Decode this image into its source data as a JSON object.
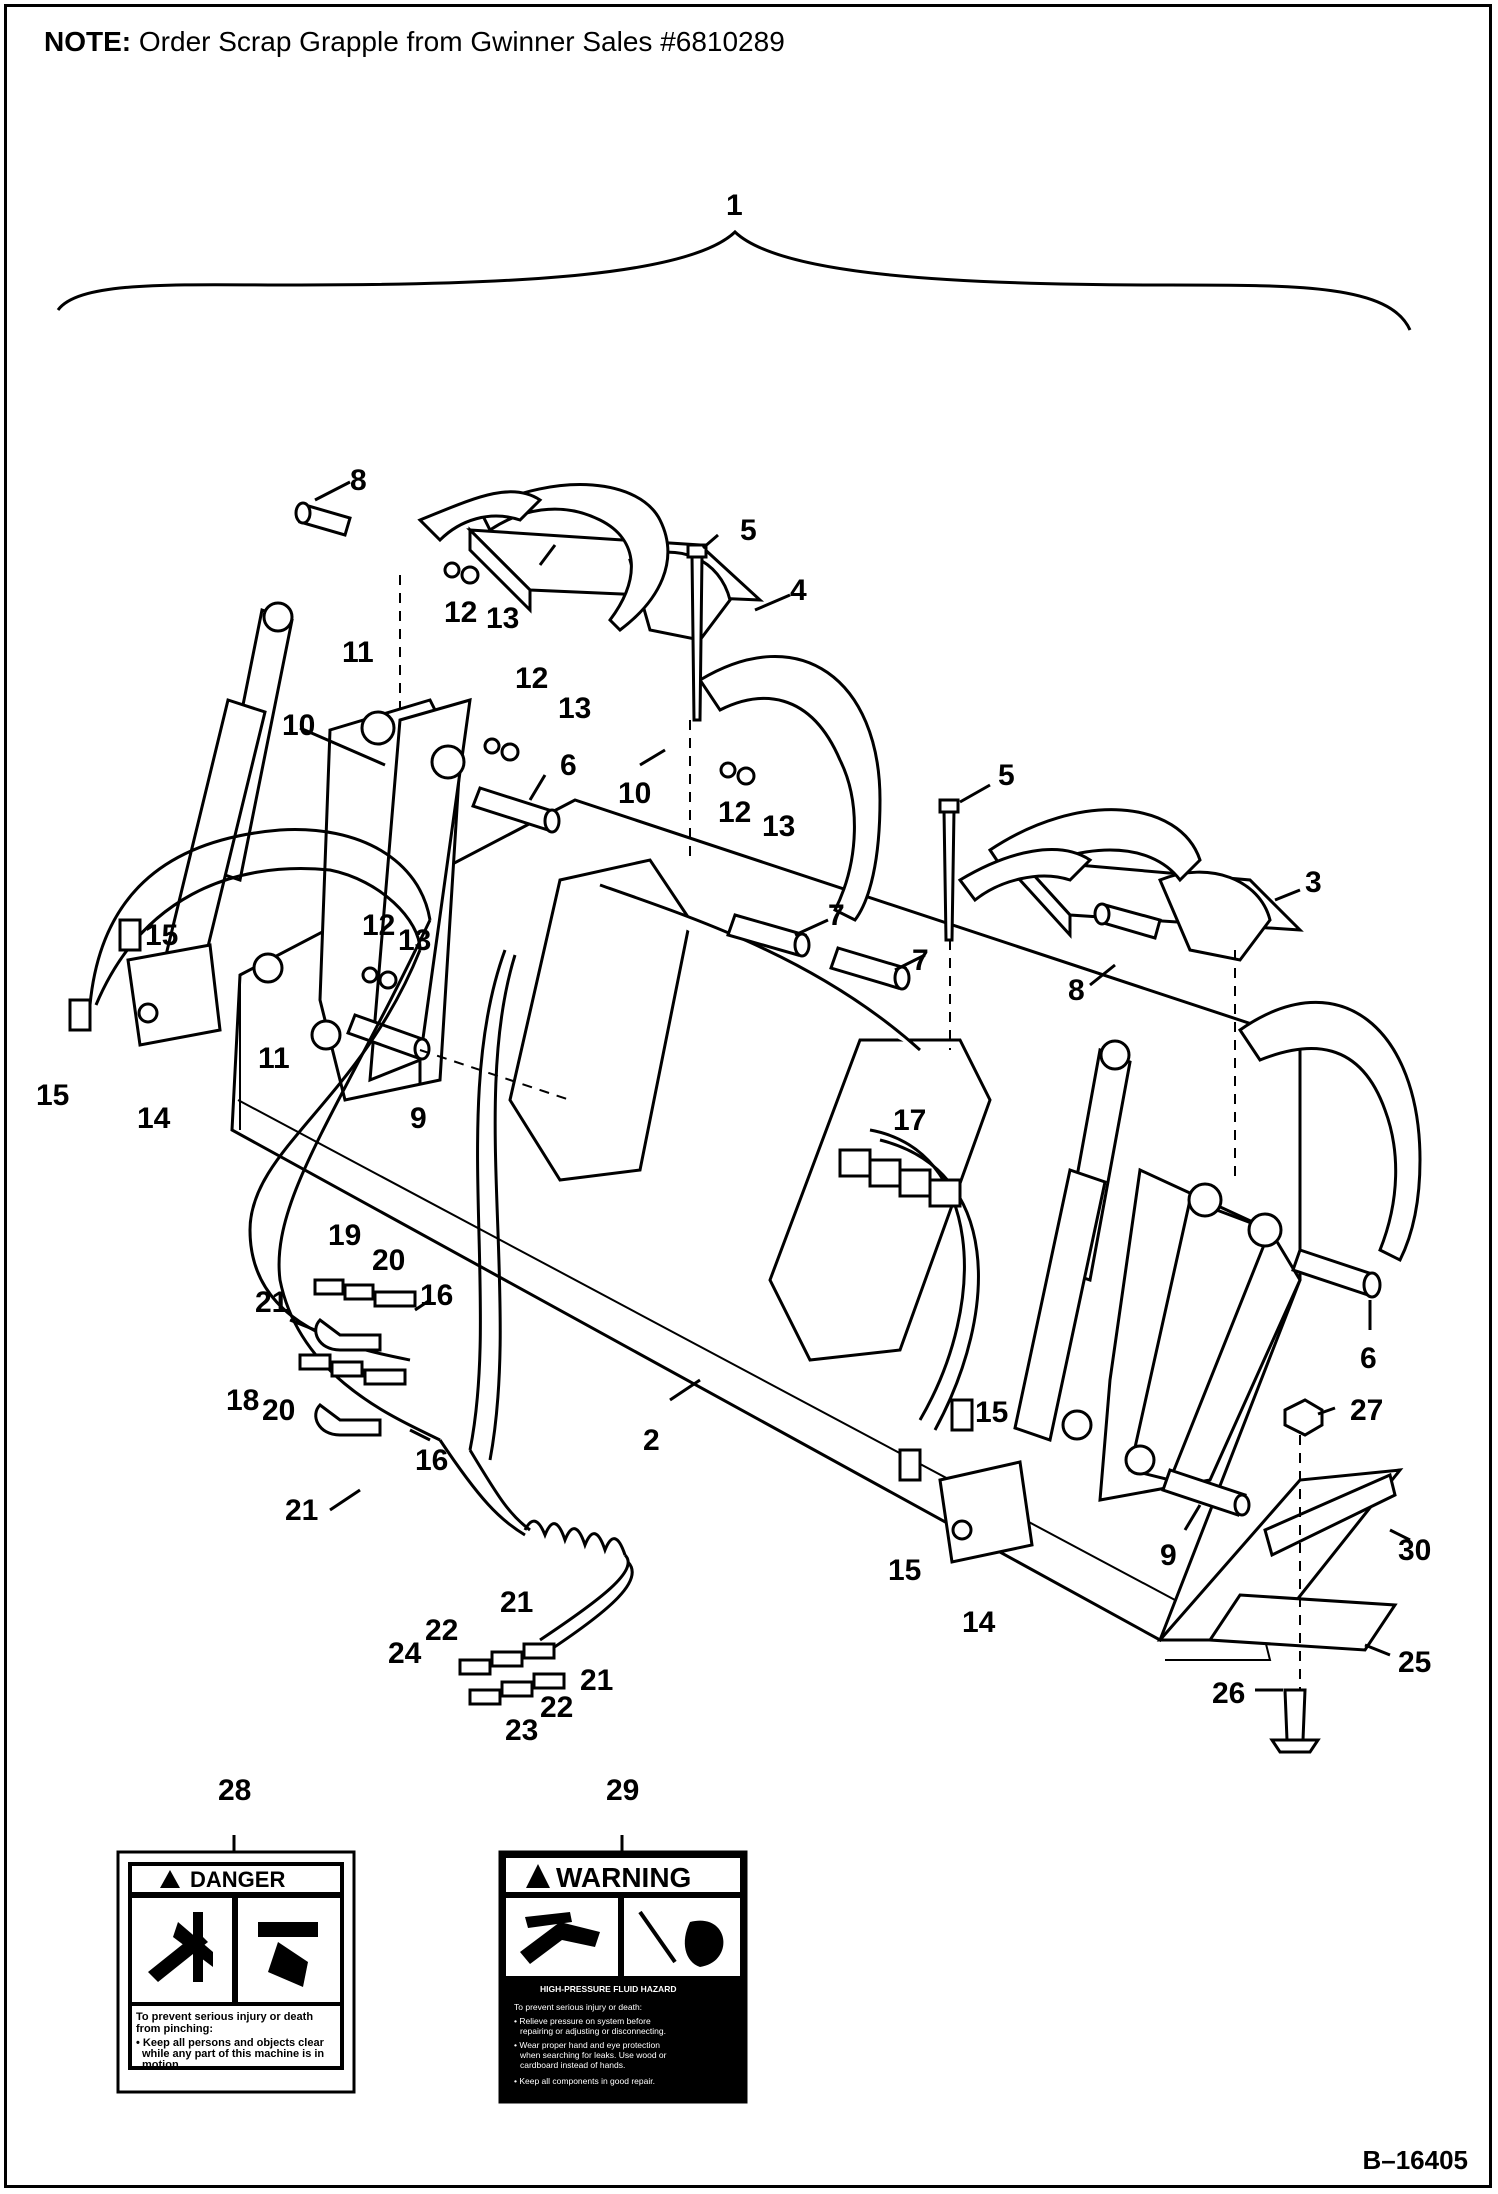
{
  "note": {
    "label": "NOTE:",
    "text": "Order Scrap Grapple from Gwinner Sales #6810289"
  },
  "figure_ref": "B–16405",
  "callouts": {
    "c1": "1",
    "c2": "2",
    "c3": "3",
    "c4": "4",
    "c5": "5",
    "c6": "6",
    "c7": "7",
    "c8": "8",
    "c9": "9",
    "c10": "10",
    "c11": "11",
    "c12": "12",
    "c13": "13",
    "c14": "14",
    "c15": "15",
    "c16": "16",
    "c17": "17",
    "c18": "18",
    "c19": "19",
    "c20": "20",
    "c21": "21",
    "c22": "22",
    "c23": "23",
    "c24": "24",
    "c25": "25",
    "c26": "26",
    "c27": "27",
    "c28": "28",
    "c29": "29",
    "c30": "30"
  },
  "decal_danger": {
    "header": "DANGER",
    "line1": "To prevent serious injury or death",
    "line2": "from pinching:",
    "bullet1": "• Keep all persons and objects clear",
    "bullet2": "while any part of this machine is in",
    "bullet3": "motion."
  },
  "decal_warning": {
    "header": "WARNING",
    "subheader": "HIGH-PRESSURE FLUID HAZARD",
    "line1": "To prevent serious injury or death:",
    "bullet1": "• Relieve pressure on system before",
    "bullet1b": "repairing or adjusting or disconnecting.",
    "bullet2": "• Wear proper hand and eye protection",
    "bullet2b": "when searching for leaks. Use wood or",
    "bullet2c": "cardboard instead of hands.",
    "bullet3": "• Keep all components in good repair."
  }
}
